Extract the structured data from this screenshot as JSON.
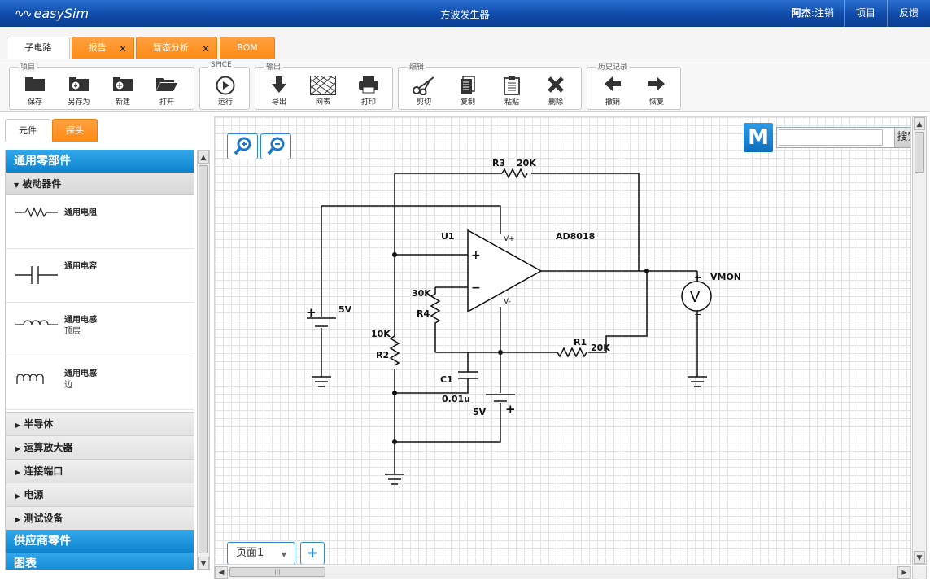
{
  "header": {
    "logo_text": "easySim",
    "title": "方波发生器",
    "user_name": "阿杰",
    "logout_label": ":注销",
    "projects_label": "项目",
    "feedback_label": "反馈"
  },
  "tabs": [
    {
      "label": "子电路",
      "active": true,
      "closable": false
    },
    {
      "label": "报告",
      "active": false,
      "closable": true
    },
    {
      "label": "暂态分析",
      "active": false,
      "closable": true
    },
    {
      "label": "BOM",
      "active": false,
      "closable": false
    }
  ],
  "toolbar": {
    "groups": [
      {
        "title": "项目",
        "buttons": [
          "保存",
          "另存为",
          "新建",
          "打开"
        ]
      },
      {
        "title": "SPICE",
        "buttons": [
          "运行"
        ]
      },
      {
        "title": "输出",
        "buttons": [
          "导出",
          "网表",
          "打印"
        ]
      },
      {
        "title": "编辑",
        "buttons": [
          "剪切",
          "复制",
          "粘贴",
          "删除"
        ]
      },
      {
        "title": "历史记录",
        "buttons": [
          "撤销",
          "恢复"
        ]
      }
    ]
  },
  "sidebar": {
    "tabs": [
      "元件",
      "探头"
    ],
    "category": "通用零部件",
    "subcategory": "被动器件",
    "components": [
      {
        "name": "通用电阻",
        "sub": ""
      },
      {
        "name": "通用电容",
        "sub": ""
      },
      {
        "name": "通用电感",
        "sub": "顶层"
      },
      {
        "name": "通用电感",
        "sub": "边"
      }
    ],
    "groups": [
      "半导体",
      "运算放大器",
      "连接端口",
      "电源",
      "测试设备"
    ],
    "category2": "供应商零件",
    "category3": "图表"
  },
  "canvas": {
    "search_placeholder": "",
    "search_button": "搜索",
    "mouser_logo": "M",
    "page_label": "页面1",
    "add_page": "+"
  },
  "schematic": {
    "labels": {
      "r3": "R3",
      "r3_val": "20K",
      "u1": "U1",
      "vplus": "V+",
      "vminus": "V-",
      "part": "AD8018",
      "plus_in": "+",
      "minus_in": "−",
      "vmon": "VMON",
      "vmeter": "V",
      "r4_val": "30K",
      "r4": "R4",
      "r2_val": "10K",
      "r2": "R2",
      "r1": "R1",
      "r1_val": "20K",
      "c1": "C1",
      "c1_val": "0.01u",
      "v_left": "5V",
      "v_bottom": "5V",
      "bat_plus_left": "+",
      "bat_plus_bottom": "+",
      "meter_plus": "+",
      "meter_minus": "−"
    }
  }
}
